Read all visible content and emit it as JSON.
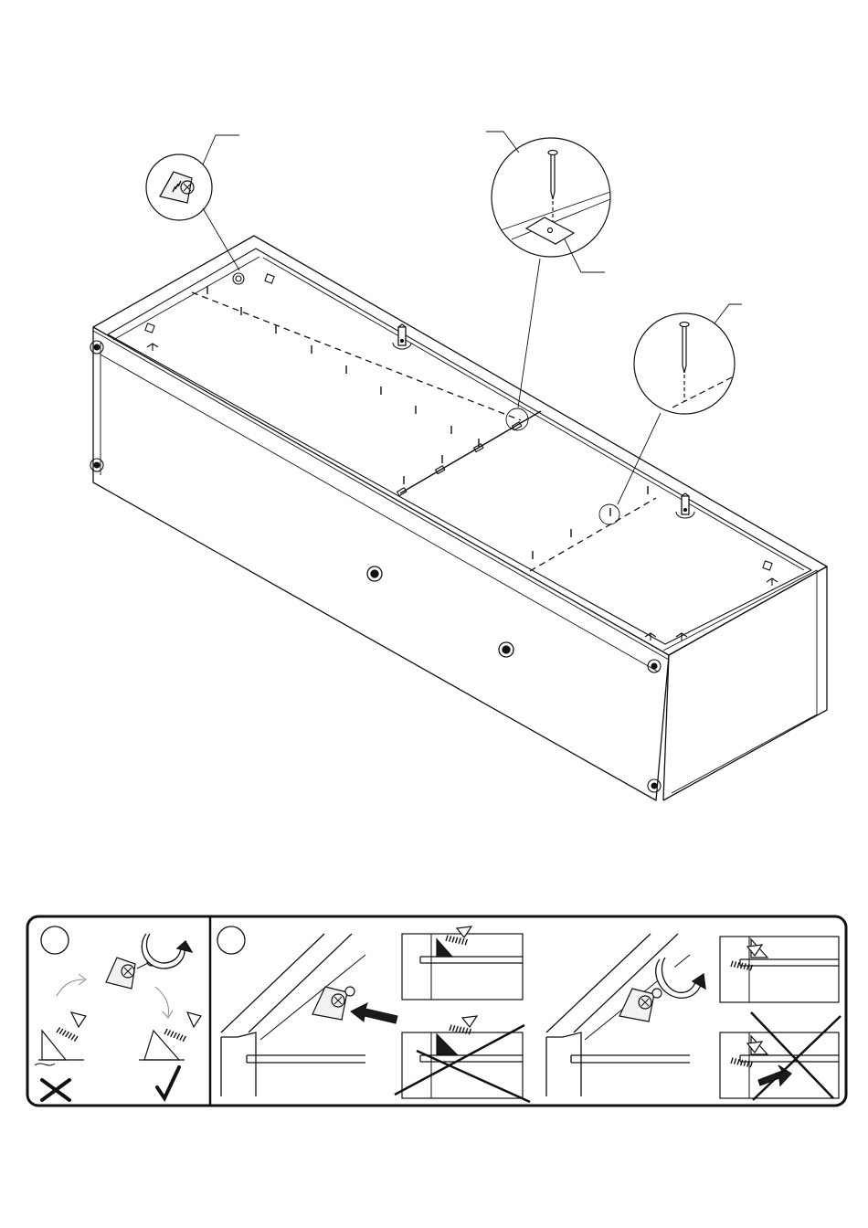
{
  "document": {
    "type": "furniture assembly instruction page",
    "colors": {
      "ink": "#111111",
      "paper": "#ffffff",
      "fill_light": "#f2f2f2",
      "fill_dark": "#1a1a1a"
    }
  },
  "main_figure": {
    "callouts": [
      {
        "id": "cam-lock-detail",
        "icon": "cam-lock-icon"
      },
      {
        "id": "nail-plate-detail",
        "icon": "nail-plate-icon"
      },
      {
        "id": "nail-detail",
        "icon": "nail-icon"
      }
    ],
    "nails_per_back_row": 7,
    "cam_bolts_visible": 2,
    "front_knobs": 2
  },
  "instruction_panel": {
    "step_labels": [
      "",
      ""
    ],
    "sections": [
      {
        "id": "cam-rotation",
        "icons": [
          "cam-lock-icon",
          "rotate-arrow-icon",
          "wrong-mark-icon",
          "correct-mark-icon"
        ]
      },
      {
        "id": "insert-cam",
        "icons": [
          "cam-lock-icon",
          "push-arrow-icon",
          "screw-icon",
          "cross-out-icon"
        ]
      },
      {
        "id": "tighten-cam",
        "icons": [
          "cam-lock-icon",
          "rotate-arrow-icon",
          "screw-icon",
          "cross-out-icon"
        ]
      }
    ]
  }
}
